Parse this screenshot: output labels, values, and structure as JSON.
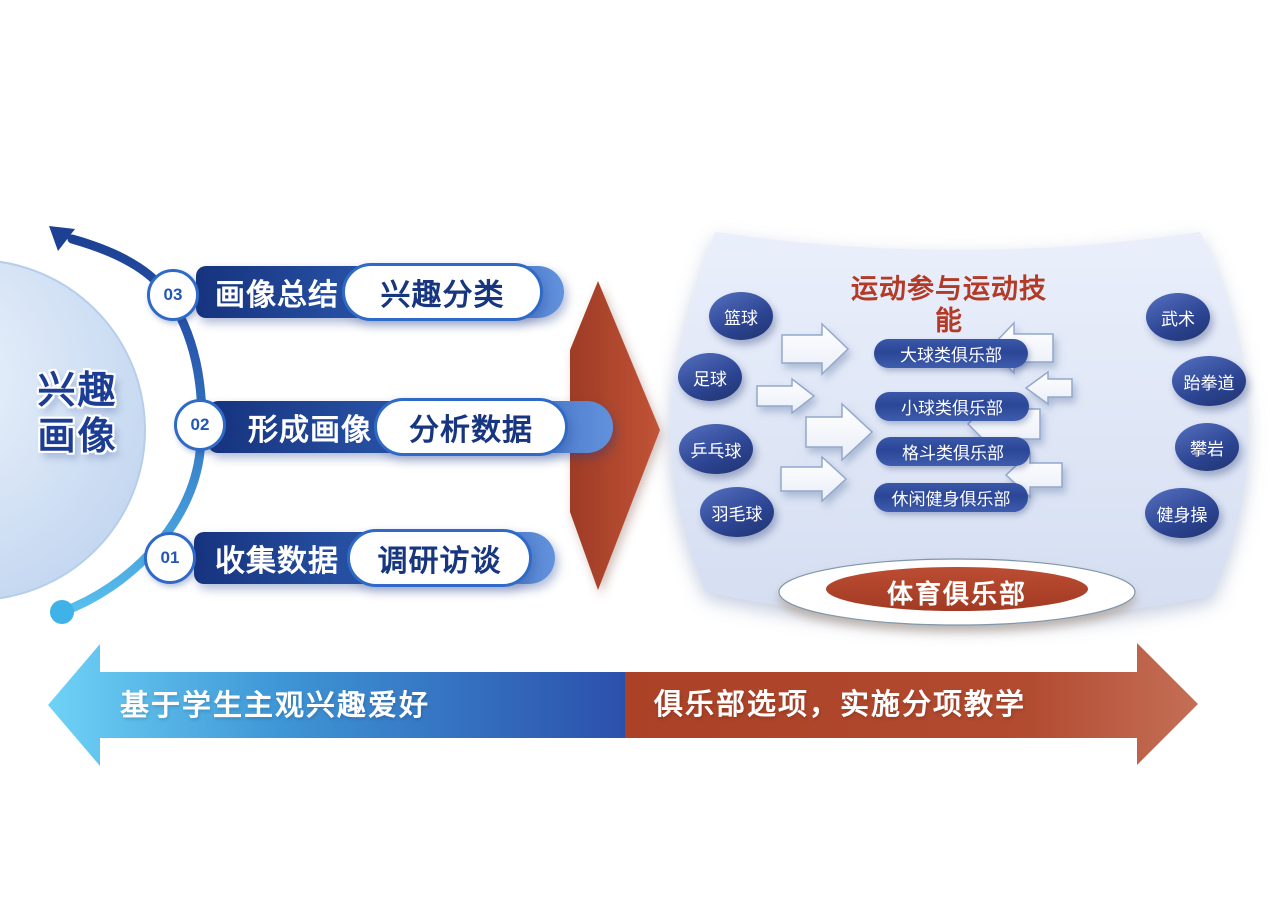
{
  "interest_profile": {
    "title_lines": [
      "兴趣",
      "画像"
    ],
    "steps": [
      {
        "num": "03",
        "action": "画像总结",
        "method": "兴趣分类"
      },
      {
        "num": "02",
        "action": "形成画像",
        "method": "分析数据"
      },
      {
        "num": "01",
        "action": "收集数据",
        "method": "调研访谈"
      }
    ]
  },
  "club_panel": {
    "title": "运动参与运动技能",
    "left_sports": [
      "篮球",
      "足球",
      "乒乓球",
      "羽毛球"
    ],
    "right_sports": [
      "武术",
      "跆拳道",
      "攀岩",
      "健身操"
    ],
    "clubs": [
      "大球类俱乐部",
      "小球类俱乐部",
      "格斗类俱乐部",
      "休闲健身俱乐部"
    ],
    "base": "体育俱乐部"
  },
  "bottom_flow": {
    "left": "基于学生主观兴趣爱好",
    "right": "俱乐部选项，实施分项教学"
  },
  "colors": {
    "navy": "#1c3d94",
    "step_blue": "#2e6ac6",
    "arc_light_blue": "#3fb2e8",
    "brick_red": "#ad4126",
    "title_red": "#b23a27",
    "panel_fill": "#dde6f5"
  }
}
